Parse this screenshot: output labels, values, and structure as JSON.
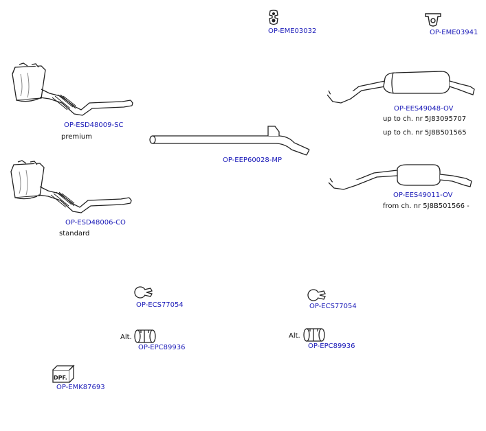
{
  "colors": {
    "link": "#1a1ab8",
    "text": "#111111",
    "line": "#222222"
  },
  "parts": {
    "eme03032": {
      "code": "OP-EME03032",
      "icon": "rubber-hanger-icon"
    },
    "eme03941": {
      "code": "OP-EME03941",
      "icon": "rubber-mount-icon"
    },
    "esd48009": {
      "code": "OP-ESD48009-SC",
      "note": "premium",
      "icon": "dpf-catalyst-icon"
    },
    "eep60028": {
      "code": "OP-EEP60028-MP",
      "icon": "middle-pipe-icon"
    },
    "ees49048": {
      "code": "OP-EES49048-OV",
      "notes": [
        "up to ch. nr 5J83095707",
        "up to ch. nr 5J8B501565"
      ],
      "icon": "rear-silencer-icon"
    },
    "ees49011": {
      "code": "OP-EES49011-OV",
      "note": "from ch. nr 5J8B501566 -",
      "icon": "rear-silencer-icon"
    },
    "esd48006": {
      "code": "OP-ESD48006-CO",
      "note": "standard",
      "icon": "dpf-catalyst-icon"
    },
    "ecs77054a": {
      "code": "OP-ECS77054",
      "icon": "clamp-icon"
    },
    "ecs77054b": {
      "code": "OP-ECS77054",
      "icon": "clamp-icon"
    },
    "epc89936a": {
      "code": "OP-EPC89936",
      "alt": "Alt.",
      "icon": "pipe-connector-icon"
    },
    "epc89936b": {
      "code": "OP-EPC89936",
      "alt": "Alt.",
      "icon": "pipe-connector-icon"
    },
    "emk87693": {
      "code": "OP-EMK87693",
      "box_label": "DPF.",
      "icon": "mounting-kit-box-icon"
    }
  }
}
